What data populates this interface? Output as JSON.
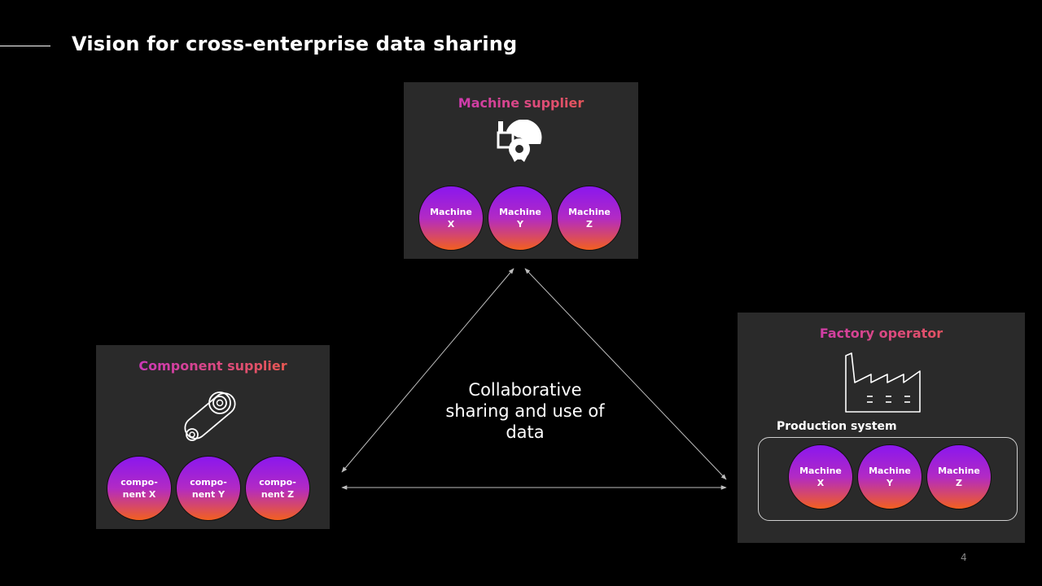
{
  "slide": {
    "title": "Vision for cross-enterprise data sharing",
    "page_number": "4",
    "center_label": "Collaborative\nsharing and use of\ndata"
  },
  "machine_supplier": {
    "title": "Machine supplier",
    "icon": "saw-machine-icon",
    "items": [
      {
        "label": "Machine\nX"
      },
      {
        "label": "Machine\nY"
      },
      {
        "label": "Machine\nZ"
      }
    ]
  },
  "component_supplier": {
    "title": "Component supplier",
    "icon": "belt-pulley-icon",
    "items": [
      {
        "label": "compo-\nnent X"
      },
      {
        "label": "compo-\nnent Y"
      },
      {
        "label": "compo-\nnent Z"
      }
    ]
  },
  "factory_operator": {
    "title": "Factory operator",
    "icon": "factory-icon",
    "production_label": "Production system",
    "items": [
      {
        "label": "Machine\nX"
      },
      {
        "label": "Machine\nY"
      },
      {
        "label": "Machine\nZ"
      }
    ]
  },
  "colors": {
    "background": "#000000",
    "panel": "#2a2a2a",
    "title_gradient": [
      "#c42fd4",
      "#f06135"
    ],
    "circle_gradient": [
      "#8a17ee",
      "#b22ac4",
      "#f2601f"
    ],
    "arrow": "#bdbdbd"
  }
}
